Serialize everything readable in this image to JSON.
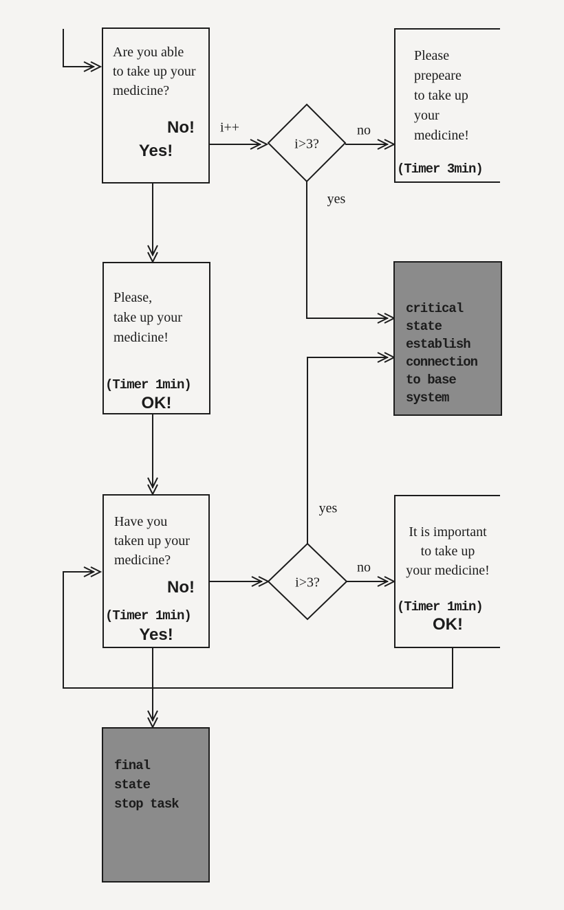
{
  "colors": {
    "background": "#f5f4f2",
    "line": "#1c1c1c",
    "gray_fill": "#8b8b8b",
    "border": "#1c1c1c"
  },
  "nodes": {
    "ask_able": {
      "lines": [
        "Are you able",
        "to take up your",
        "medicine?"
      ],
      "no_label": "No!",
      "yes_label": "Yes!"
    },
    "decision_top": {
      "label": "i>3?"
    },
    "prepare": {
      "lines": [
        "Please",
        "prepeare",
        "to take up",
        "your",
        "medicine!"
      ],
      "timer": "(Timer 3min)"
    },
    "critical": {
      "lines": [
        "critical",
        "state",
        "establish",
        "connection",
        "to base",
        "system"
      ]
    },
    "please_take": {
      "lines": [
        "Please,",
        "take up your",
        "medicine!"
      ],
      "timer": "(Timer 1min)",
      "ok_label": "OK!"
    },
    "have_taken": {
      "lines": [
        "Have you",
        "taken up your",
        "medicine?"
      ],
      "no_label": "No!",
      "timer": "(Timer 1min)",
      "yes_label": "Yes!"
    },
    "decision_bottom": {
      "label": "i>3?"
    },
    "important": {
      "lines": [
        "It is important",
        "to take up",
        "your medicine!"
      ],
      "timer": "(Timer 1min)",
      "ok_label": "OK!"
    },
    "final": {
      "lines": [
        "final",
        "state",
        "stop task"
      ]
    }
  },
  "edge_labels": {
    "increment": "i++",
    "top_no": "no",
    "top_yes": "yes",
    "bottom_yes": "yes",
    "bottom_no": "no"
  }
}
